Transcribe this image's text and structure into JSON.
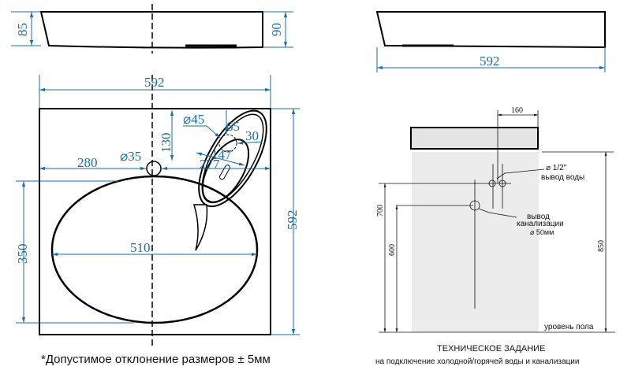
{
  "top_view_dims": {
    "width": "592",
    "depth": "592",
    "side_height_left": "85",
    "side_height_right": "90",
    "drain_offset": "280",
    "drain_diameter": "⌀35",
    "bowl_width": "510",
    "bowl_depth": "350",
    "tap_offset": "130",
    "tap_hole": "⌀45",
    "tap_65": "65",
    "tap_30": "30",
    "tap_147": "147",
    "tap_277": "277"
  },
  "front_view": {
    "width": "592"
  },
  "tech_spec": {
    "dim_160": "160",
    "water_outlet_size": "⌀ 1/2\"",
    "water_outlet_label": "вывод воды",
    "drain_label_1": "вывод",
    "drain_label_2": "канализации",
    "drain_size": "⌀ 50мм",
    "h700": "700",
    "h600": "600",
    "h850": "850",
    "floor_label": "уровень пола",
    "title": "ТЕХНИЧЕСКОЕ ЗАДАНИЕ",
    "subtitle": "на подключение холодной/горячей воды и канализации"
  },
  "tolerance_note": "*Допустимое отклонение размеров ± 5мм",
  "colors": {
    "dimension": "#1b6ea5",
    "outline": "#000000",
    "wall": "#ececec"
  }
}
